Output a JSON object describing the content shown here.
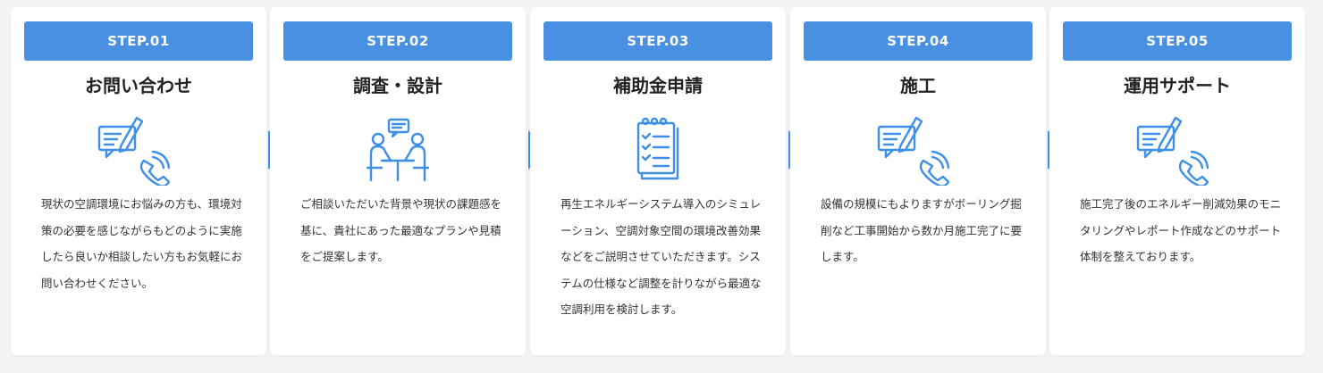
{
  "accent_color": "#4a90e2",
  "steps": [
    {
      "label": "STEP.01",
      "title": "お問い合わせ",
      "icon": "chat-phone-icon",
      "desc": "現状の空調環境にお悩みの方も、環境対策の必要を感じながらもどのように実施したら良いか相談したい方もお気軽にお問い合わせください。"
    },
    {
      "label": "STEP.02",
      "title": "調査・設計",
      "icon": "meeting-icon",
      "desc": "ご相談いただいた背景や現状の課題感を基に、貴社にあった最適なプランや見積をご提案します。"
    },
    {
      "label": "STEP.03",
      "title": "補助金申請",
      "icon": "clipboard-checklist-icon",
      "desc": "再生エネルギーシステム導入のシミュレーション、空調対象空間の環境改善効果などをご説明させていただきます。システムの仕様など調整を計りながら最適な空調利用を検討します。"
    },
    {
      "label": "STEP.04",
      "title": "施工",
      "icon": "chat-phone-icon",
      "desc": "設備の規模にもよりますがボーリング掘削など工事開始から数か月施工完了に要します。"
    },
    {
      "label": "STEP.05",
      "title": "運用サポート",
      "icon": "chat-phone-icon",
      "desc": "施工完了後のエネルギー削減効果のモニタリングやレポート作成などのサポート体制を整えております。"
    }
  ]
}
